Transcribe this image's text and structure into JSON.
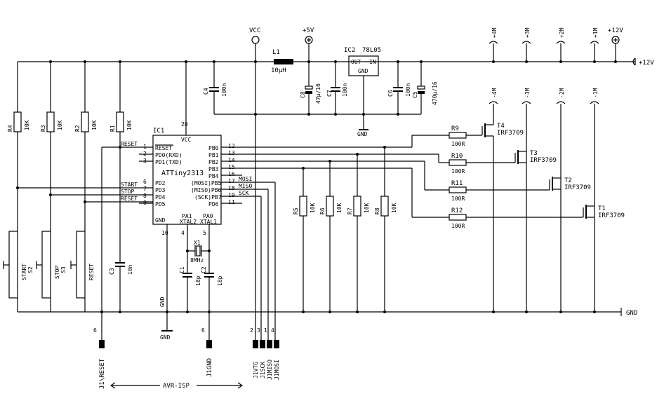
{
  "ic1": {
    "name": "IC1",
    "part": "ATTiny2313",
    "vcc_label": "VCC",
    "vcc_pin": "20",
    "gnd_label": "GND",
    "gnd_pin": "10",
    "left_pins": [
      {
        "num": "1",
        "label": "RESET",
        "net": "RESET"
      },
      {
        "num": "2",
        "label": "PD0(RXD)",
        "net": ""
      },
      {
        "num": "3",
        "label": "PD1(TXD)",
        "net": ""
      },
      {
        "num": "6",
        "label": "PD2",
        "net": "START"
      },
      {
        "num": "7",
        "label": "PD3",
        "net": "STOP"
      },
      {
        "num": "8",
        "label": "PD4",
        "net": "RESET"
      },
      {
        "num": "9",
        "label": "PD5",
        "net": ""
      }
    ],
    "right_pins": [
      {
        "num": "12",
        "label": "PB0"
      },
      {
        "num": "13",
        "label": "PB1"
      },
      {
        "num": "14",
        "label": "PB2"
      },
      {
        "num": "15",
        "label": "PB3"
      },
      {
        "num": "16",
        "label": "PB4"
      },
      {
        "num": "17",
        "label": "(MOSI)PB5",
        "net": "MOSI"
      },
      {
        "num": "18",
        "label": "(MISO)PB6",
        "net": "MISO"
      },
      {
        "num": "19",
        "label": "(SCK)PB7",
        "net": "SCK"
      },
      {
        "num": "11",
        "label": "PD6"
      }
    ],
    "bottom_pins": [
      {
        "num": "4",
        "label": "PA1",
        "label2": "XTAL2"
      },
      {
        "num": "5",
        "label": "PA0",
        "label2": "XTAL1"
      }
    ]
  },
  "ic2": {
    "name": "IC2",
    "part": "78L05",
    "out": "OUT",
    "in": "IN",
    "gnd": "GND"
  },
  "rails": {
    "vcc": "VCC",
    "plus5v": "+5V",
    "plus12v": "+12V",
    "plus12v_in": "+12V",
    "gnd": "GND",
    "gnd_bottom": "GND"
  },
  "motor_outputs_top": [
    "+4M",
    "+3M",
    "+2M",
    "+1M"
  ],
  "motor_outputs_drain": [
    "-4M",
    "-3M",
    "-2M",
    "-1M"
  ],
  "inductor": {
    "name": "L1",
    "value": "10µH"
  },
  "capacitors": [
    {
      "name": "C4",
      "value": "100n"
    },
    {
      "name": "C8",
      "value": "47µ/16"
    },
    {
      "name": "C7",
      "value": "100n"
    },
    {
      "name": "C6",
      "value": "100n"
    },
    {
      "name": "C5",
      "value": "470µ/16"
    },
    {
      "name": "C3",
      "value": "10n"
    },
    {
      "name": "C1",
      "value": "18p"
    },
    {
      "name": "C2",
      "value": "18p"
    }
  ],
  "pullups": [
    {
      "name": "R4",
      "value": "10K"
    },
    {
      "name": "R3",
      "value": "10K"
    },
    {
      "name": "R2",
      "value": "10K"
    },
    {
      "name": "R1",
      "value": "10K"
    }
  ],
  "gate_resistors": [
    {
      "name": "R9",
      "value": "100R"
    },
    {
      "name": "R10",
      "value": "100R"
    },
    {
      "name": "R11",
      "value": "100R"
    },
    {
      "name": "R12",
      "value": "100R"
    }
  ],
  "pulldowns": [
    {
      "name": "R5",
      "value": "10K"
    },
    {
      "name": "R6",
      "value": "10K"
    },
    {
      "name": "R7",
      "value": "10K"
    },
    {
      "name": "R8",
      "value": "10K"
    }
  ],
  "mosfets": [
    {
      "name": "T4",
      "part": "IRF3709"
    },
    {
      "name": "T3",
      "part": "IRF3709"
    },
    {
      "name": "T2",
      "part": "IRF3709"
    },
    {
      "name": "T1",
      "part": "IRF3709"
    }
  ],
  "crystal": {
    "name": "X1",
    "value": "8MHz"
  },
  "switches": [
    {
      "label": "START",
      "name": "S2"
    },
    {
      "label": "STOP",
      "name": "S3"
    },
    {
      "label": "RESET",
      "name": ""
    }
  ],
  "isp": {
    "caption": "AVR-ISP",
    "connectors": [
      {
        "pin": "6",
        "label": "J1\\RESET"
      },
      {
        "pin": "6",
        "label": "J1GND"
      },
      {
        "pin": "2",
        "label": "J1VTG"
      },
      {
        "pin": "3",
        "label": "J1SCK"
      },
      {
        "pin": "1",
        "label": "J1MISO"
      },
      {
        "pin": "4",
        "label": "J1MOSI"
      }
    ]
  }
}
